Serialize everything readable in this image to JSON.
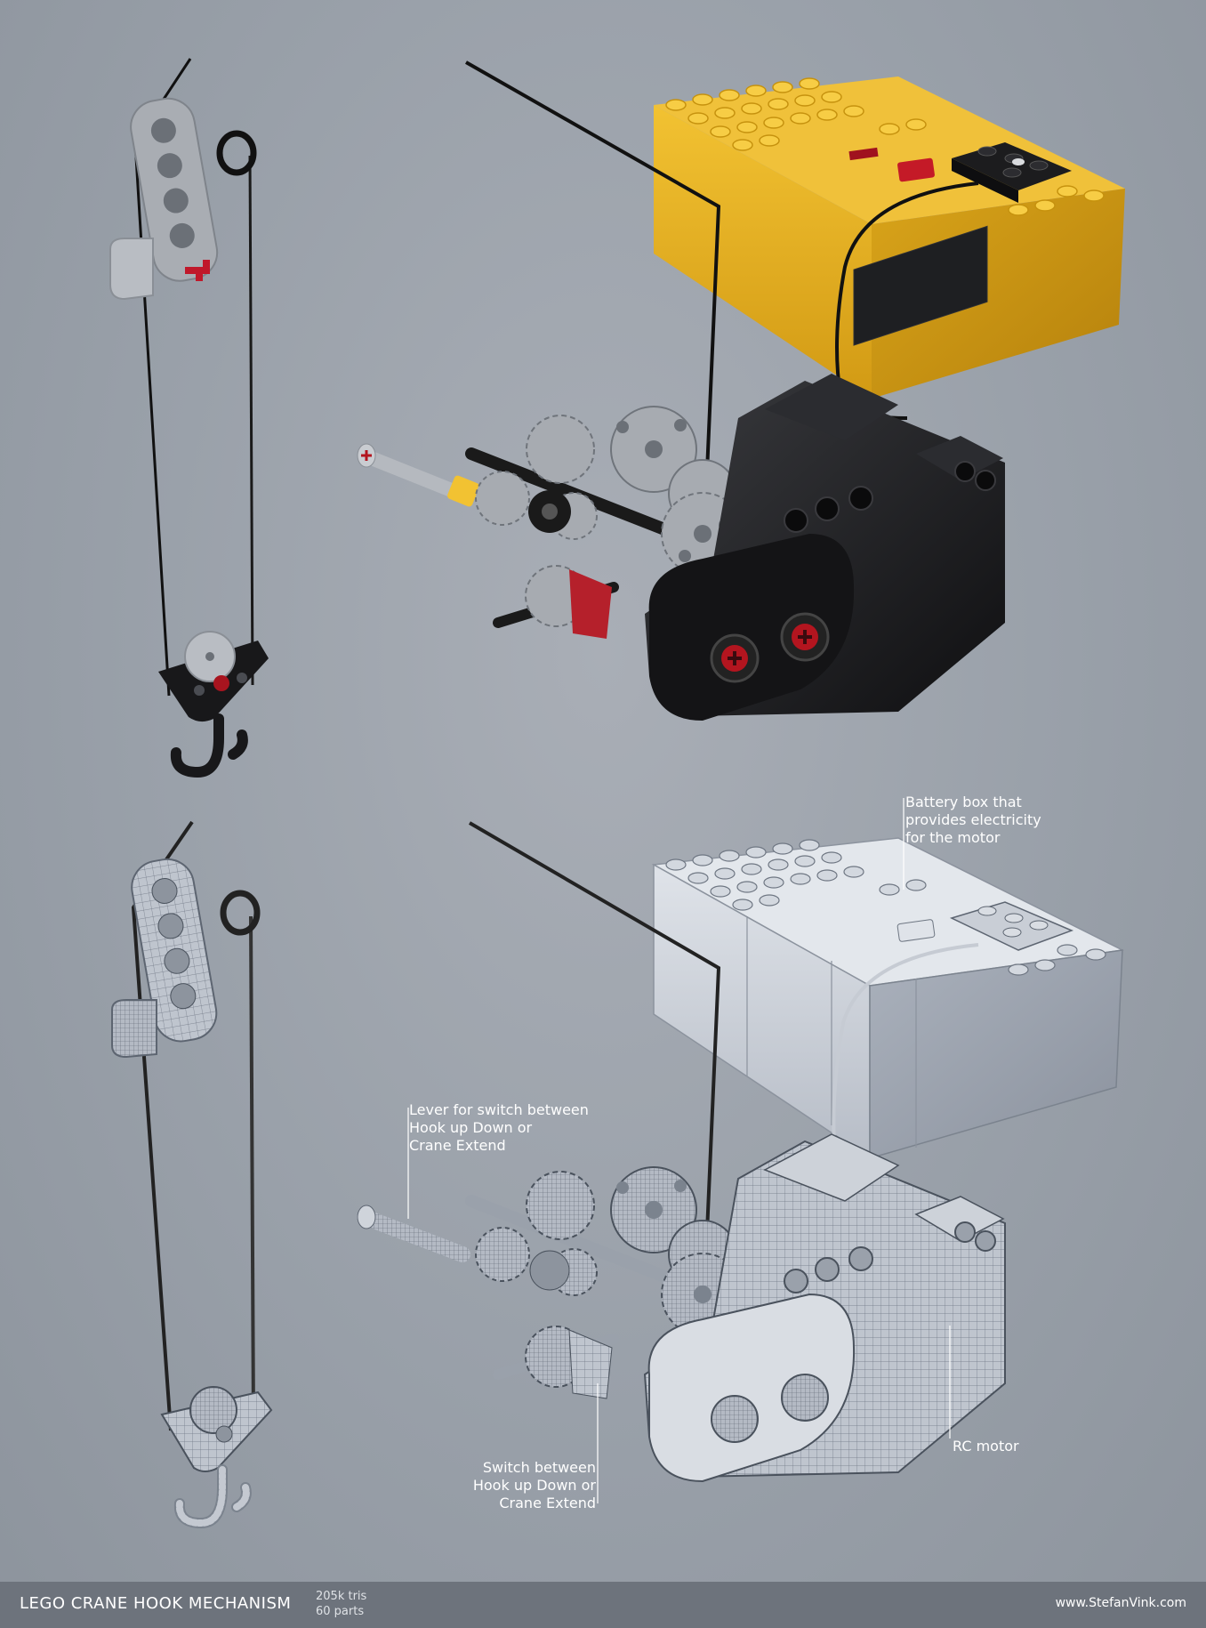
{
  "annotations": {
    "battery_box": "Battery box that\nprovides electricity\nfor the motor",
    "lever": "Lever for switch between\nHook up Down or\nCrane Extend",
    "switch": "Switch between\nHook up Down or\nCrane Extend",
    "rc_motor": "RC motor"
  },
  "footer": {
    "title": "LEGO CRANE HOOK MECHANISM",
    "tris": "205k tris",
    "parts": "60 parts",
    "website": "www.StefanVink.com"
  },
  "colors": {
    "background": "#9aa0a9",
    "battery_yellow": "#e8b521",
    "motor_black": "#1b1b1d",
    "technic_grey": "#a7abb1",
    "axle_red": "#b3151f",
    "wireframe_grey": "#c9ced6",
    "footer_bar": "#6d737c"
  }
}
